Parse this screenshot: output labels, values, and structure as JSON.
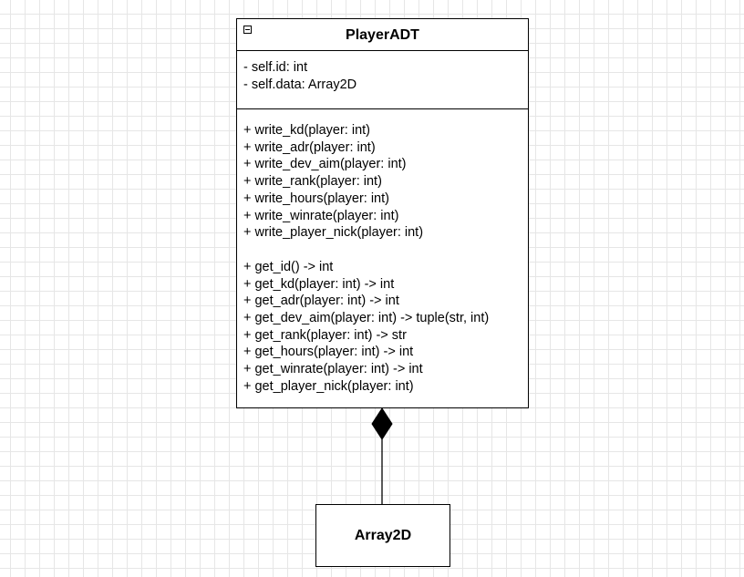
{
  "player_class": {
    "name": "PlayerADT",
    "attributes": [
      "- self.id: int",
      "- self.data: Array2D"
    ],
    "write_methods": [
      "+ write_kd(player: int)",
      "+ write_adr(player: int)",
      "+ write_dev_aim(player: int)",
      "+ write_rank(player: int)",
      "+ write_hours(player: int)",
      "+ write_winrate(player: int)",
      "+ write_player_nick(player: int)"
    ],
    "get_methods": [
      "+ get_id() -> int",
      "+ get_kd(player: int) -> int",
      "+ get_adr(player: int) -> int",
      "+ get_dev_aim(player: int) -> tuple(str, int)",
      "+ get_rank(player: int) -> str",
      "+ get_hours(player: int) -> int",
      "+ get_winrate(player: int) -> int",
      "+ get_player_nick(player: int)"
    ]
  },
  "array_class": {
    "name": "Array2D"
  },
  "relationship": {
    "type": "composition",
    "whole": "PlayerADT",
    "part": "Array2D"
  },
  "colors": {
    "stroke": "#000000",
    "fill": "#ffffff",
    "grid": "#e6e6e6"
  }
}
